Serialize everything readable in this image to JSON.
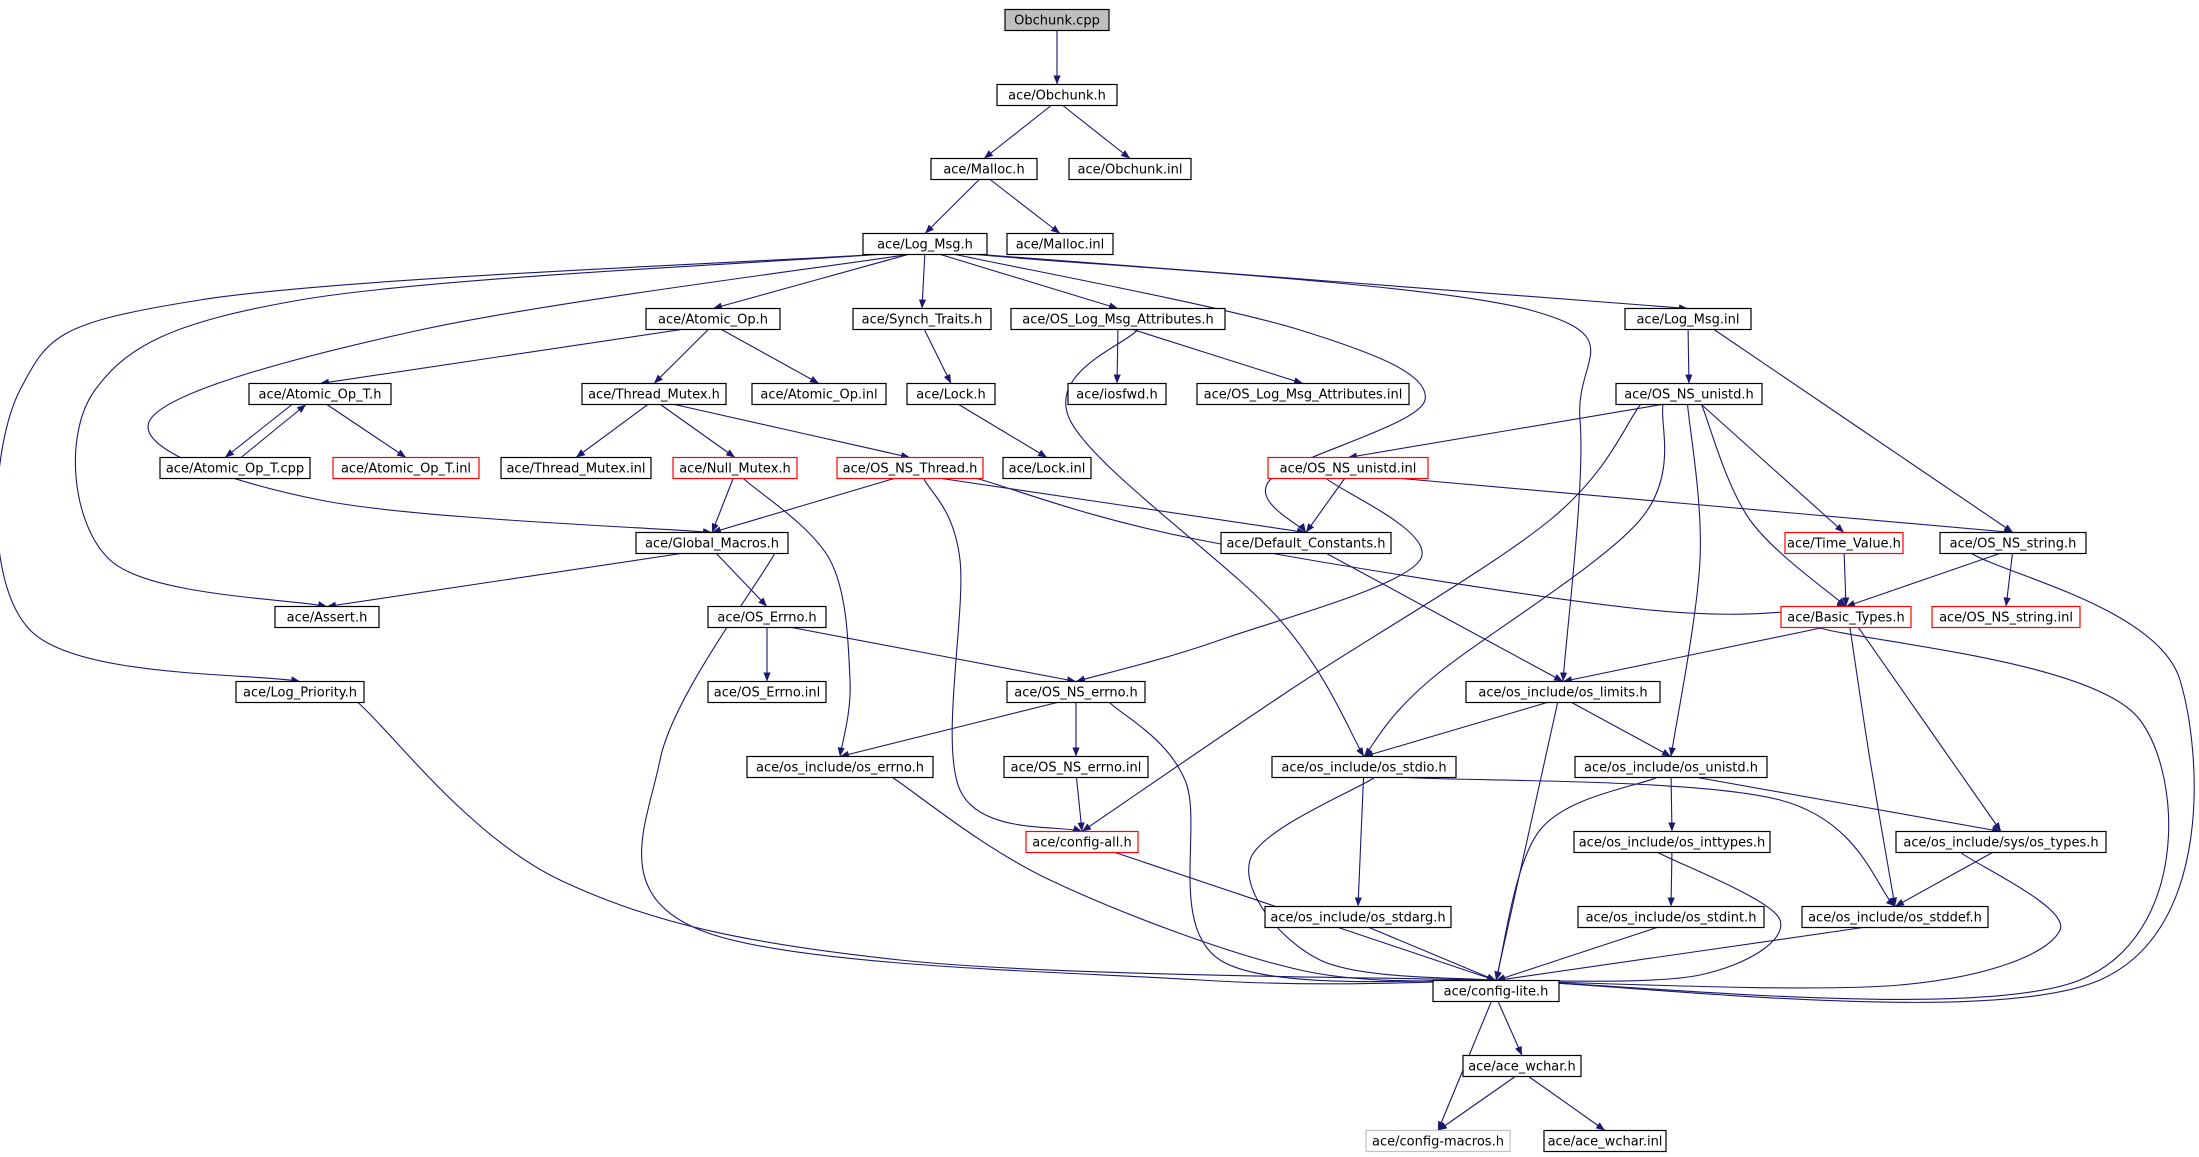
{
  "colors": {
    "edge": "#191970",
    "node_border": "#000000",
    "root_fill": "#bfbfbf",
    "truncated_border": "#ff0000",
    "external_border": "#c0c0c0",
    "background": "#ffffff"
  },
  "nodes": [
    {
      "id": "root",
      "label": "Obchunk.cpp",
      "style": "root"
    },
    {
      "id": "obchunk_h",
      "label": "ace/Obchunk.h",
      "style": "normal"
    },
    {
      "id": "malloc_h",
      "label": "ace/Malloc.h",
      "style": "normal"
    },
    {
      "id": "obchunk_inl",
      "label": "ace/Obchunk.inl",
      "style": "normal"
    },
    {
      "id": "log_msg_h",
      "label": "ace/Log_Msg.h",
      "style": "normal"
    },
    {
      "id": "malloc_inl",
      "label": "ace/Malloc.inl",
      "style": "normal"
    },
    {
      "id": "atomic_op_h",
      "label": "ace/Atomic_Op.h",
      "style": "normal"
    },
    {
      "id": "synch_traits_h",
      "label": "ace/Synch_Traits.h",
      "style": "normal"
    },
    {
      "id": "os_log_msg_attr_h",
      "label": "ace/OS_Log_Msg_Attributes.h",
      "style": "normal"
    },
    {
      "id": "log_msg_inl",
      "label": "ace/Log_Msg.inl",
      "style": "normal"
    },
    {
      "id": "atomic_op_t_h",
      "label": "ace/Atomic_Op_T.h",
      "style": "normal"
    },
    {
      "id": "thread_mutex_h",
      "label": "ace/Thread_Mutex.h",
      "style": "normal"
    },
    {
      "id": "atomic_op_inl",
      "label": "ace/Atomic_Op.inl",
      "style": "normal"
    },
    {
      "id": "lock_h",
      "label": "ace/Lock.h",
      "style": "normal"
    },
    {
      "id": "iosfwd_h",
      "label": "ace/iosfwd.h",
      "style": "normal"
    },
    {
      "id": "os_log_msg_attr_inl",
      "label": "ace/OS_Log_Msg_Attributes.inl",
      "style": "normal"
    },
    {
      "id": "os_ns_unistd_h",
      "label": "ace/OS_NS_unistd.h",
      "style": "normal"
    },
    {
      "id": "atomic_op_t_cpp",
      "label": "ace/Atomic_Op_T.cpp",
      "style": "normal"
    },
    {
      "id": "atomic_op_t_inl",
      "label": "ace/Atomic_Op_T.inl",
      "style": "truncated"
    },
    {
      "id": "thread_mutex_inl",
      "label": "ace/Thread_Mutex.inl",
      "style": "normal"
    },
    {
      "id": "null_mutex_h",
      "label": "ace/Null_Mutex.h",
      "style": "truncated"
    },
    {
      "id": "os_ns_thread_h",
      "label": "ace/OS_NS_Thread.h",
      "style": "truncated"
    },
    {
      "id": "lock_inl",
      "label": "ace/Lock.inl",
      "style": "normal"
    },
    {
      "id": "os_ns_unistd_inl",
      "label": "ace/OS_NS_unistd.inl",
      "style": "truncated"
    },
    {
      "id": "global_macros_h",
      "label": "ace/Global_Macros.h",
      "style": "normal"
    },
    {
      "id": "default_constants_h",
      "label": "ace/Default_Constants.h",
      "style": "normal"
    },
    {
      "id": "time_value_h",
      "label": "ace/Time_Value.h",
      "style": "truncated"
    },
    {
      "id": "os_ns_string_h",
      "label": "ace/OS_NS_string.h",
      "style": "normal"
    },
    {
      "id": "assert_h",
      "label": "ace/Assert.h",
      "style": "normal"
    },
    {
      "id": "os_errno_h",
      "label": "ace/OS_Errno.h",
      "style": "normal"
    },
    {
      "id": "basic_types_h",
      "label": "ace/Basic_Types.h",
      "style": "truncated"
    },
    {
      "id": "os_ns_string_inl",
      "label": "ace/OS_NS_string.inl",
      "style": "truncated"
    },
    {
      "id": "log_priority_h",
      "label": "ace/Log_Priority.h",
      "style": "normal"
    },
    {
      "id": "os_errno_inl",
      "label": "ace/OS_Errno.inl",
      "style": "normal"
    },
    {
      "id": "os_ns_errno_h",
      "label": "ace/OS_NS_errno.h",
      "style": "normal"
    },
    {
      "id": "os_limits_h",
      "label": "ace/os_include/os_limits.h",
      "style": "normal"
    },
    {
      "id": "os_errno_inc_h",
      "label": "ace/os_include/os_errno.h",
      "style": "normal"
    },
    {
      "id": "os_ns_errno_inl",
      "label": "ace/OS_NS_errno.inl",
      "style": "normal"
    },
    {
      "id": "os_stdio_h",
      "label": "ace/os_include/os_stdio.h",
      "style": "normal"
    },
    {
      "id": "os_unistd_inc_h",
      "label": "ace/os_include/os_unistd.h",
      "style": "normal"
    },
    {
      "id": "config_all_h",
      "label": "ace/config-all.h",
      "style": "truncated"
    },
    {
      "id": "os_inttypes_h",
      "label": "ace/os_include/os_inttypes.h",
      "style": "normal"
    },
    {
      "id": "os_types_h",
      "label": "ace/os_include/sys/os_types.h",
      "style": "normal"
    },
    {
      "id": "os_stdarg_h",
      "label": "ace/os_include/os_stdarg.h",
      "style": "normal"
    },
    {
      "id": "os_stdint_h",
      "label": "ace/os_include/os_stdint.h",
      "style": "normal"
    },
    {
      "id": "os_stddef_h",
      "label": "ace/os_include/os_stddef.h",
      "style": "normal"
    },
    {
      "id": "config_lite_h",
      "label": "ace/config-lite.h",
      "style": "normal"
    },
    {
      "id": "ace_wchar_h",
      "label": "ace/ace_wchar.h",
      "style": "normal"
    },
    {
      "id": "config_macros_h",
      "label": "ace/config-macros.h",
      "style": "external"
    },
    {
      "id": "ace_wchar_inl",
      "label": "ace/ace_wchar.inl",
      "style": "normal"
    }
  ],
  "edges": [
    [
      "root",
      "obchunk_h"
    ],
    [
      "obchunk_h",
      "malloc_h"
    ],
    [
      "obchunk_h",
      "obchunk_inl"
    ],
    [
      "malloc_h",
      "log_msg_h"
    ],
    [
      "malloc_h",
      "malloc_inl"
    ],
    [
      "log_msg_h",
      "atomic_op_h"
    ],
    [
      "log_msg_h",
      "synch_traits_h"
    ],
    [
      "log_msg_h",
      "os_log_msg_attr_h"
    ],
    [
      "log_msg_h",
      "log_msg_inl"
    ],
    [
      "log_msg_h",
      "global_macros_h"
    ],
    [
      "log_msg_h",
      "assert_h"
    ],
    [
      "log_msg_h",
      "log_priority_h"
    ],
    [
      "log_msg_h",
      "default_constants_h"
    ],
    [
      "log_msg_h",
      "os_limits_h"
    ],
    [
      "atomic_op_h",
      "atomic_op_t_h"
    ],
    [
      "atomic_op_h",
      "thread_mutex_h"
    ],
    [
      "atomic_op_h",
      "atomic_op_inl"
    ],
    [
      "atomic_op_t_h",
      "atomic_op_t_cpp"
    ],
    [
      "atomic_op_t_cpp",
      "atomic_op_t_h"
    ],
    [
      "atomic_op_t_h",
      "atomic_op_t_inl"
    ],
    [
      "thread_mutex_h",
      "thread_mutex_inl"
    ],
    [
      "thread_mutex_h",
      "null_mutex_h"
    ],
    [
      "thread_mutex_h",
      "os_ns_thread_h"
    ],
    [
      "synch_traits_h",
      "lock_h"
    ],
    [
      "lock_h",
      "lock_inl"
    ],
    [
      "os_log_msg_attr_h",
      "iosfwd_h"
    ],
    [
      "os_log_msg_attr_h",
      "os_log_msg_attr_inl"
    ],
    [
      "os_log_msg_attr_h",
      "os_stdio_h"
    ],
    [
      "log_msg_inl",
      "os_ns_unistd_h"
    ],
    [
      "log_msg_inl",
      "os_ns_string_h"
    ],
    [
      "os_ns_unistd_h",
      "os_ns_unistd_inl"
    ],
    [
      "os_ns_unistd_h",
      "time_value_h"
    ],
    [
      "os_ns_unistd_h",
      "basic_types_h"
    ],
    [
      "os_ns_unistd_h",
      "os_unistd_inc_h"
    ],
    [
      "os_ns_unistd_h",
      "os_stdio_h"
    ],
    [
      "os_ns_unistd_h",
      "config_all_h"
    ],
    [
      "os_ns_unistd_inl",
      "default_constants_h"
    ],
    [
      "os_ns_unistd_inl",
      "os_ns_string_h"
    ],
    [
      "os_ns_unistd_inl",
      "os_ns_errno_h"
    ],
    [
      "null_mutex_h",
      "global_macros_h"
    ],
    [
      "null_mutex_h",
      "os_errno_inc_h"
    ],
    [
      "os_ns_thread_h",
      "global_macros_h"
    ],
    [
      "os_ns_thread_h",
      "default_constants_h"
    ],
    [
      "os_ns_thread_h",
      "basic_types_h"
    ],
    [
      "os_ns_thread_h",
      "config_all_h"
    ],
    [
      "global_macros_h",
      "assert_h"
    ],
    [
      "global_macros_h",
      "os_errno_h"
    ],
    [
      "global_macros_h",
      "config_lite_h"
    ],
    [
      "default_constants_h",
      "os_limits_h"
    ],
    [
      "time_value_h",
      "basic_types_h"
    ],
    [
      "os_ns_string_h",
      "basic_types_h"
    ],
    [
      "os_ns_string_h",
      "os_ns_string_inl"
    ],
    [
      "os_ns_string_h",
      "config_lite_h"
    ],
    [
      "os_errno_h",
      "os_errno_inl"
    ],
    [
      "os_errno_h",
      "os_ns_errno_h"
    ],
    [
      "basic_types_h",
      "os_limits_h"
    ],
    [
      "basic_types_h",
      "os_types_h"
    ],
    [
      "basic_types_h",
      "os_stddef_h"
    ],
    [
      "basic_types_h",
      "config_lite_h"
    ],
    [
      "log_priority_h",
      "config_lite_h"
    ],
    [
      "os_ns_errno_h",
      "os_errno_inc_h"
    ],
    [
      "os_ns_errno_h",
      "os_ns_errno_inl"
    ],
    [
      "os_ns_errno_h",
      "config_lite_h"
    ],
    [
      "os_limits_h",
      "os_stdio_h"
    ],
    [
      "os_limits_h",
      "os_unistd_inc_h"
    ],
    [
      "os_limits_h",
      "config_lite_h"
    ],
    [
      "os_errno_inc_h",
      "config_lite_h"
    ],
    [
      "os_ns_errno_inl",
      "config_all_h"
    ],
    [
      "os_stdio_h",
      "os_stdarg_h"
    ],
    [
      "os_stdio_h",
      "os_stddef_h"
    ],
    [
      "os_stdio_h",
      "config_lite_h"
    ],
    [
      "os_unistd_inc_h",
      "os_inttypes_h"
    ],
    [
      "os_unistd_inc_h",
      "os_types_h"
    ],
    [
      "os_unistd_inc_h",
      "config_lite_h"
    ],
    [
      "config_all_h",
      "config_lite_h"
    ],
    [
      "os_inttypes_h",
      "os_stdint_h"
    ],
    [
      "os_inttypes_h",
      "config_lite_h"
    ],
    [
      "os_types_h",
      "os_stddef_h"
    ],
    [
      "os_types_h",
      "config_lite_h"
    ],
    [
      "os_stdarg_h",
      "config_lite_h"
    ],
    [
      "os_stdint_h",
      "config_lite_h"
    ],
    [
      "os_stddef_h",
      "config_lite_h"
    ],
    [
      "config_lite_h",
      "ace_wchar_h"
    ],
    [
      "config_lite_h",
      "config_macros_h"
    ],
    [
      "ace_wchar_h",
      "config_macros_h"
    ],
    [
      "ace_wchar_h",
      "ace_wchar_inl"
    ]
  ]
}
